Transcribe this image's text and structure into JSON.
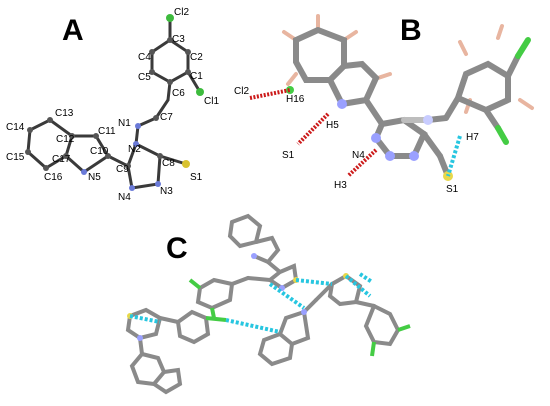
{
  "panels": [
    {
      "letter": "A"
    },
    {
      "letter": "B"
    },
    {
      "letter": "C"
    }
  ],
  "panel_a_labels": [
    "Cl2",
    "C3",
    "C2",
    "C4",
    "C1",
    "C5",
    "C6",
    "Cl1",
    "N1",
    "C7",
    "C13",
    "C11",
    "C14",
    "C12",
    "C10",
    "N2",
    "C17",
    "C9",
    "C8",
    "C15",
    "S1",
    "C16",
    "N5",
    "N3",
    "N4"
  ],
  "panel_b_labels": [
    "Cl2",
    "H16",
    "H5",
    "H7",
    "N4",
    "S1",
    "H3",
    "S1"
  ],
  "colors": {
    "carbon": "#8a8a8a",
    "hydrogen": "#e8b5a0",
    "nitrogen": "#9aa0ff",
    "sulfur": "#e8d84a",
    "chlorine": "#44cc44",
    "hbond_cyan": "#27c6e0",
    "hbond_red": "#cc1a1a"
  }
}
